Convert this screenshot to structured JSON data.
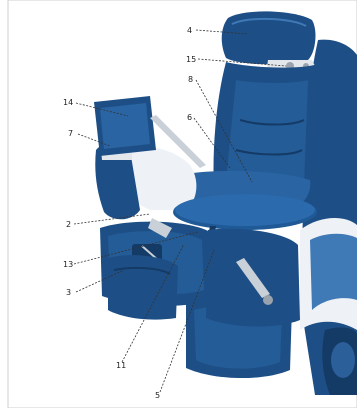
{
  "figure": {
    "colors": {
      "upholstery": "#1d4f86",
      "upholstery_dark": "#143a66",
      "upholstery_light": "#3f79b6",
      "shell_white": "#eef1f5",
      "tray_table": "#1f5a96",
      "leader_line": "#333333",
      "frame_border": "#cfcfcf"
    },
    "callouts": [
      {
        "id": "c4",
        "number": "4"
      },
      {
        "id": "c15",
        "number": "15"
      },
      {
        "id": "c8",
        "number": "8"
      },
      {
        "id": "c14",
        "number": "14"
      },
      {
        "id": "c6",
        "number": "6"
      },
      {
        "id": "c7",
        "number": "7"
      },
      {
        "id": "c2",
        "number": "2"
      },
      {
        "id": "c13",
        "number": "13"
      },
      {
        "id": "c3",
        "number": "3"
      },
      {
        "id": "c11",
        "number": "11"
      },
      {
        "id": "c5",
        "number": "5"
      }
    ]
  }
}
